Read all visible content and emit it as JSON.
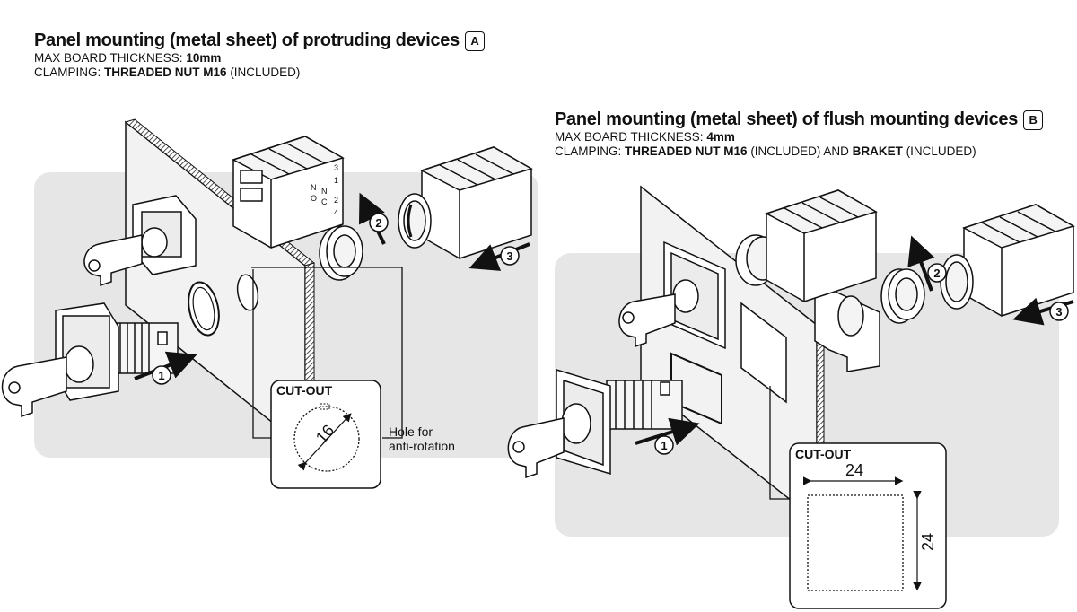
{
  "section_a": {
    "title": "Panel mounting (metal sheet) of protruding devices",
    "badge": "A",
    "thickness_label": "MAX BOARD THICKNESS:",
    "thickness_value": "10mm",
    "clamping_label": "CLAMPING:",
    "clamping_value": "THREADED NUT M16",
    "clamping_note": "(INCLUDED)",
    "cutout_title": "CUT-OUT",
    "cutout_dimension": "16",
    "hole_note_line1": "Hole for",
    "hole_note_line2": "anti-rotation",
    "steps": [
      "1",
      "2",
      "3"
    ],
    "switch_terminals": [
      "3",
      "1",
      "2",
      "4"
    ],
    "switch_contacts": [
      "N",
      "O",
      "N",
      "C"
    ]
  },
  "section_b": {
    "title": "Panel mounting (metal sheet) of flush mounting devices",
    "badge": "B",
    "thickness_label": "MAX BOARD THICKNESS:",
    "thickness_value": "4mm",
    "clamping_label": "CLAMPING:",
    "clamping_value": "THREADED NUT M16",
    "clamping_note": "(INCLUDED) AND",
    "clamping_value2": "BRAKET",
    "clamping_note2": "(INCLUDED)",
    "cutout_title": "CUT-OUT",
    "cutout_width": "24",
    "cutout_height": "24",
    "steps": [
      "1",
      "2",
      "3"
    ]
  },
  "colors": {
    "background_panel": "#e6e6e6",
    "ink": "#111111",
    "plate": "#f2f2f2"
  }
}
